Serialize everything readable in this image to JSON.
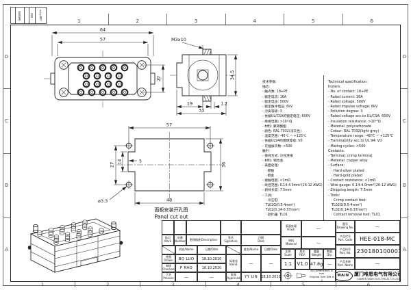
{
  "frame": {
    "column_labels": [
      "1",
      "2",
      "3",
      "4",
      "5",
      "6"
    ],
    "row_labels": [
      "D",
      "C",
      "B",
      "A"
    ],
    "corner_strip": {
      "a": "更改描述",
      "b": "签名",
      "c": "日期/Date"
    }
  },
  "views": {
    "front": {
      "dim_outer_width": "64",
      "dim_inner_width": "57",
      "dim_height": "27"
    },
    "side": {
      "thread_label": "M3x10",
      "dim_height": "34.5",
      "dim_left": "19",
      "dim_step": "1.2",
      "dim_depth": "34"
    },
    "cutout": {
      "dim_hole_span": "57",
      "dim_width": "48",
      "dim_hole_pitch": "27",
      "dim_notch_height": "14",
      "dim_notch_depth": "5",
      "dim_height": "36",
      "dim_hole_dia": "ø3.3",
      "caption_zh": "面板安装开孔图",
      "caption_en": "Panel cut out"
    }
  },
  "spec": {
    "zh": [
      "技术参数:",
      "插芯:",
      "- 触点数: 18+PE",
      "- 额定电流: 16A",
      "- 额定电压: 500V",
      "- 额定脉冲电压: 6kV",
      "- 污染等级: 3",
      "- 依据UL/CSA的额定电压: 600V",
      "- 绝缘电阻: >10¹⁰Ω",
      "- 材料: 聚碳酸酯",
      "- 颜色: RAL 7032(浅灰色)",
      "- 温度范围: -40℃ ~ +125℃",
      "- 依据UL94的阻燃等级: V0",
      "- 可插拔次数: >500",
      "触针:",
      "- 接线方式: 冷压连接",
      "- 材料: 铜合金",
      "- 表面处理:",
      "   · 镀银",
      "   · 镀金",
      "- 接触电阻: <1mΩ",
      "- 线径范围: 0.14-4.0mm²(26-12 AWG)",
      "- 剥线长度: 7.5mm",
      "- 工具:",
      "   · 冷压钳:",
      "   TL02G(0.5-4mm²)",
      "   TL02(0.14-0.37mm²)",
      "   · 退针器: TL01"
    ],
    "en": [
      "Technical specification:",
      "Insters:",
      "- No. of contact: 18+PE",
      "- Rated current: 16A",
      "- Rated voltage: 500V",
      "- Rated impulse voltage: 6kV",
      "- Pollution degree: 3",
      "- Rated voltage acc.to UL/CSA: 600V",
      "- Insulation resistance: >10¹⁰Ω",
      "- Material: polycarbonate",
      "- Colour: RAL 7032(light grey)",
      "- Temperature range: -40℃ ~ +125℃",
      "- Flammability acc.to UL 94: V0",
      "- Mating cycles: >500",
      "Contacts:",
      "- Terminal: crimp terminal",
      "- Material: copper alloy",
      "- Surface:",
      "   · Hard-silver plated",
      "   · Hard-gold plated",
      "- Contact resistance: <1mΩ",
      "- Wire gauge: 0.14-4.0mm²(26-12 AWG)",
      "- Stripping length: 7.5mm",
      "- Tools:",
      "   · Crimp contact tool:",
      "   TL02G(0.5-4mm²)",
      "   TL02(0.14-0.37mm²)",
      "   · Contact removal tool: TL01"
    ]
  },
  "title_block": {
    "header": {
      "mark": [
        "标记",
        "Mark"
      ],
      "number": [
        "处数",
        "Number"
      ],
      "description": "更改描述/Description",
      "signature": [
        "签名",
        "Signature"
      ],
      "date": [
        "日期",
        "Date"
      ]
    },
    "subheader": {
      "name": "姓名/Name",
      "date": "日期/Date"
    },
    "staff": {
      "drawn": {
        "label": [
          "绘图",
          "Drawn"
        ],
        "name": "BQ LUO",
        "date": "18.10.2010"
      },
      "checked": {
        "label": [
          "审核",
          "Checked"
        ],
        "name": "P RAO",
        "date": "18.10.2010"
      },
      "process": {
        "label": [
          "工艺",
          "Process"
        ],
        "name": "—",
        "date": "—"
      },
      "standard": {
        "label": [
          "标准化",
          "Stand."
        ],
        "name": "—",
        "date": "—"
      },
      "approved": {
        "label": [
          "批准",
          "Approved"
        ],
        "name": "YY LIN",
        "date": "18.10.2010"
      }
    },
    "info": {
      "finish": {
        "label": [
          "表面处理",
          "Finish"
        ],
        "value": "—"
      },
      "material": {
        "label": [
          "材料",
          "Material"
        ],
        "value": "—"
      },
      "scale": {
        "label": [
          "比例",
          "Scale"
        ],
        "value": "1:1"
      },
      "rev": {
        "label": [
          "版本",
          "REV."
        ],
        "value": "V1.0"
      },
      "weight": {
        "label": [
          "重量",
          "Weight"
        ],
        "value": "47.8g"
      },
      "qty": {
        "label": [
          "数量",
          "Qty."
        ],
        "value": "—"
      },
      "drawing_no": {
        "label": [
          "图号",
          "Drawing No."
        ],
        "value": "—"
      },
      "part_code": {
        "label": [
          "产品代号",
          "Part. Code"
        ],
        "value": "HEE-018-MC"
      },
      "part_no": {
        "label": [
          "产品料号",
          "Part. No."
        ],
        "value": "1230180100001"
      },
      "part_name": {
        "label": [
          "产品名称",
          "Part. Name"
        ],
        "value": "—"
      }
    },
    "notes": {
      "line1": "All Dimensions in mm",
      "line2": "Original Size DIN # 4"
    },
    "company": {
      "logo": "WAIN",
      "name_zh": "厦门唯恩电气有限公司",
      "name_en": "XIAMEN WAIN ELECTRICAL CO.LTD"
    }
  }
}
